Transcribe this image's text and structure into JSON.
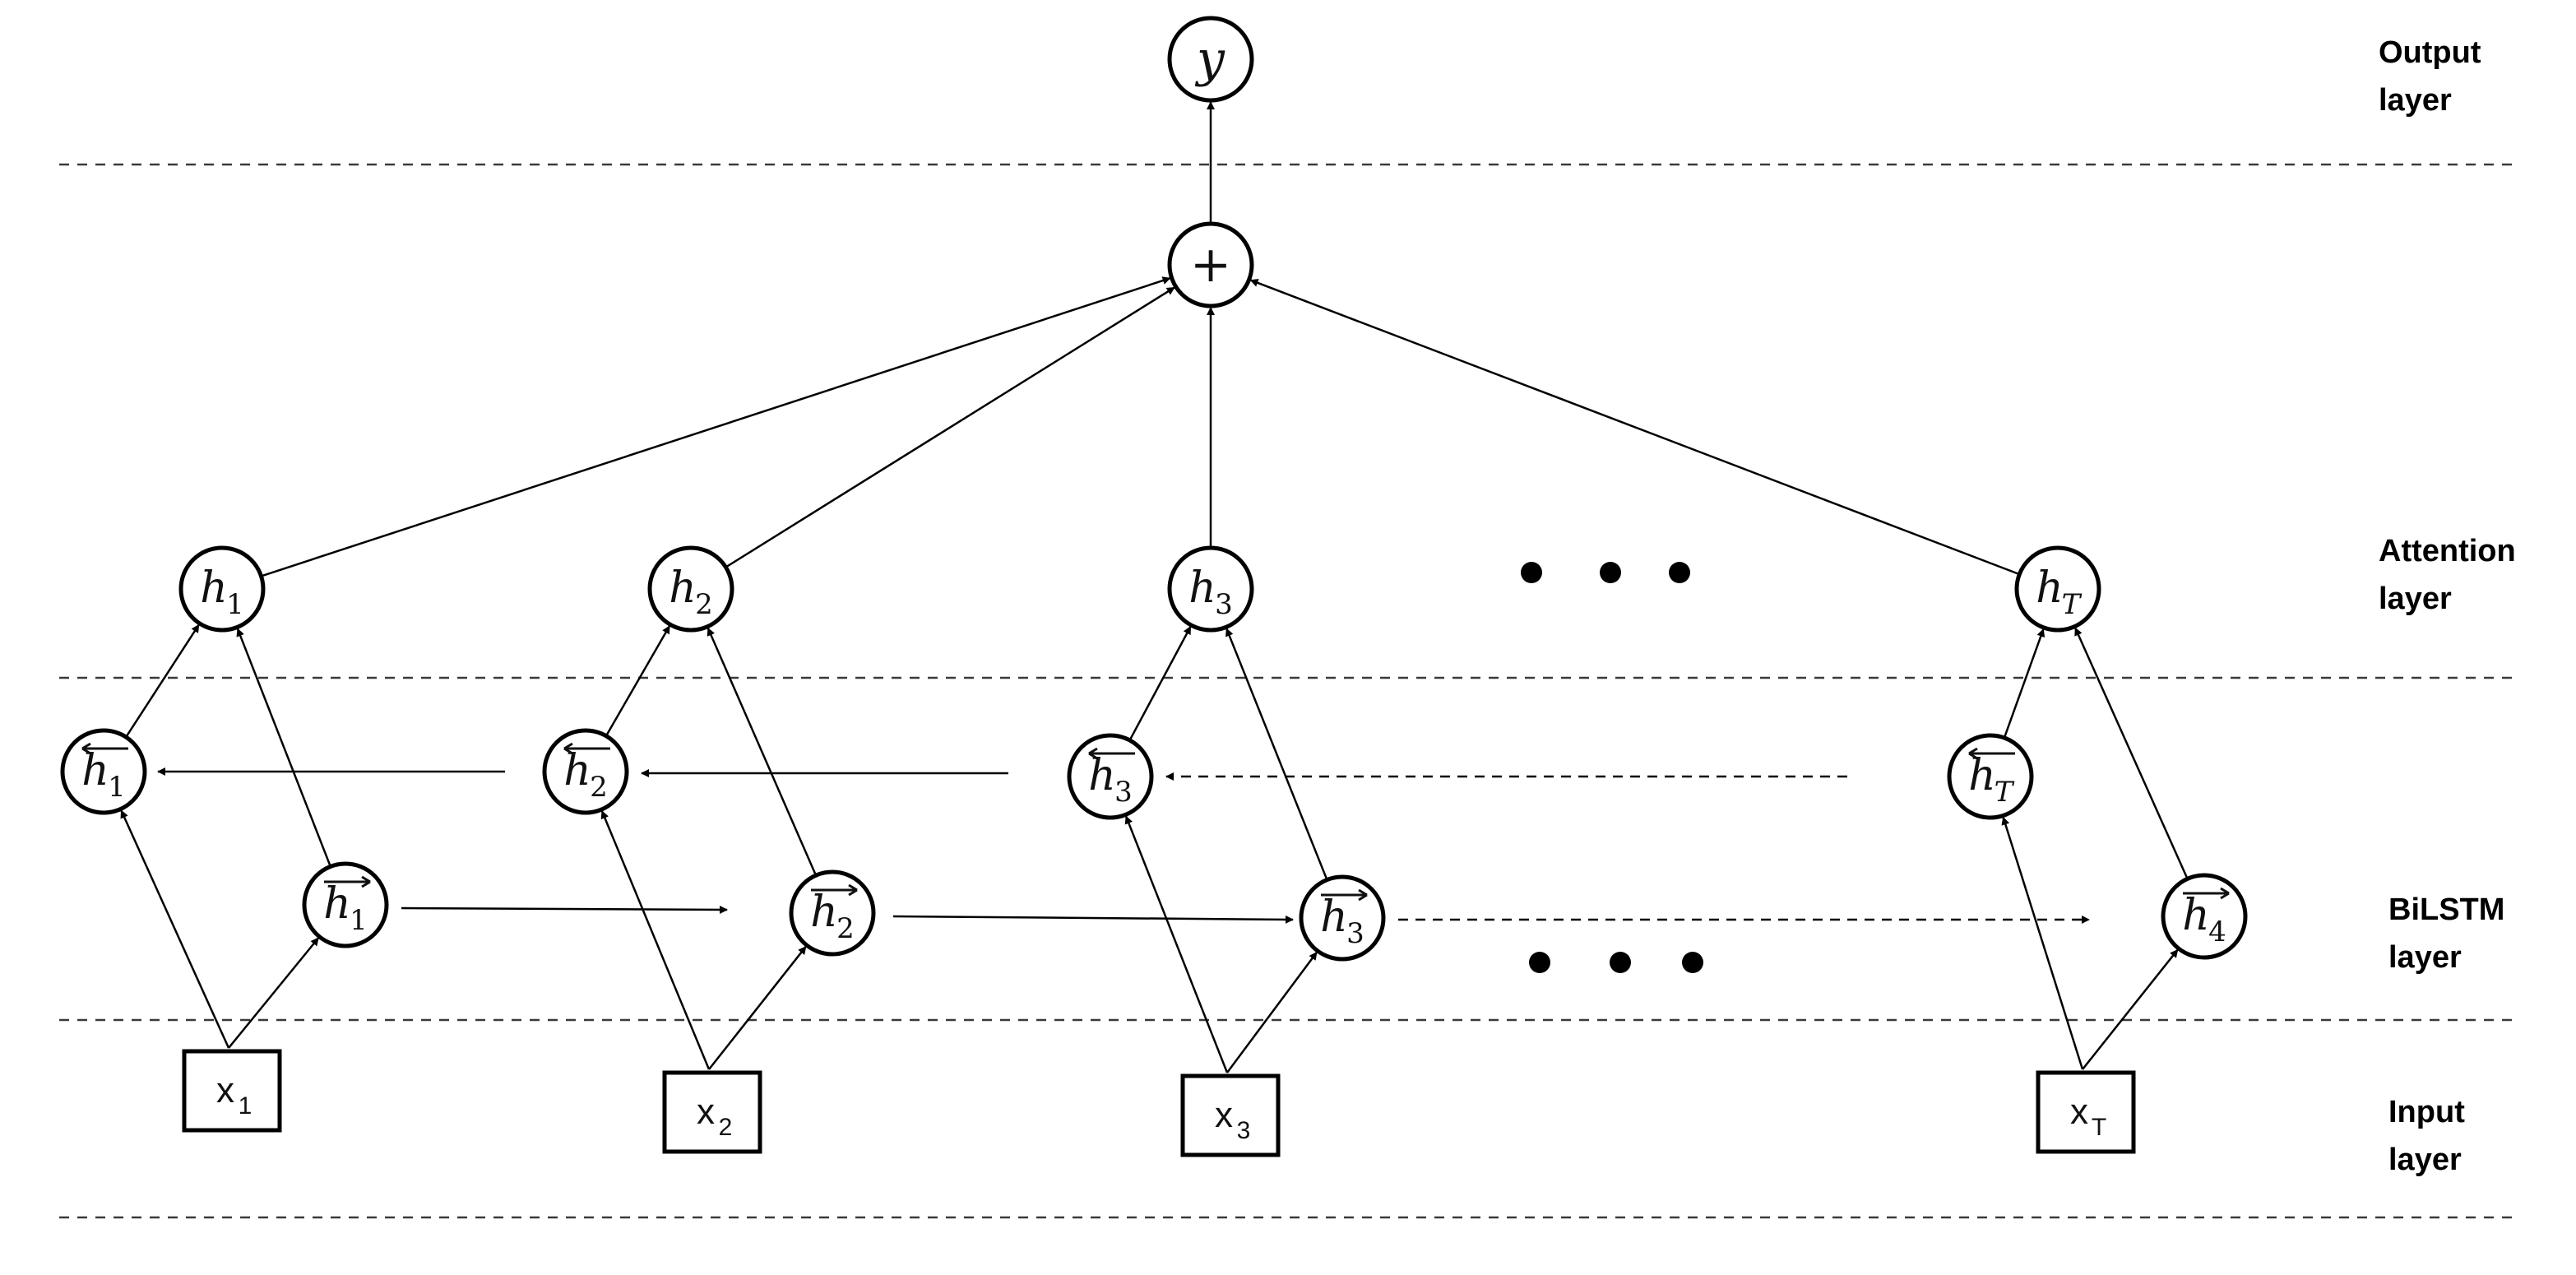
{
  "layers": [
    {
      "id": "output",
      "label": [
        "Output",
        "layer"
      ]
    },
    {
      "id": "attention",
      "label": [
        "Attention",
        "layer"
      ]
    },
    {
      "id": "bilstm",
      "label": [
        "BiLSTM",
        "layer"
      ]
    },
    {
      "id": "input",
      "label": [
        "Input",
        "layer"
      ]
    }
  ],
  "output_node": {
    "symbol": "y"
  },
  "sum_node": {
    "symbol": "+"
  },
  "attention_nodes": [
    {
      "base": "h",
      "sub": "1"
    },
    {
      "base": "h",
      "sub": "2"
    },
    {
      "base": "h",
      "sub": "3"
    },
    {
      "base": "h",
      "sub": "T"
    }
  ],
  "backward_nodes": [
    {
      "base": "h",
      "sub": "1",
      "arrow": "left"
    },
    {
      "base": "h",
      "sub": "2",
      "arrow": "left"
    },
    {
      "base": "h",
      "sub": "3",
      "arrow": "left"
    },
    {
      "base": "h",
      "sub": "T",
      "arrow": "left"
    }
  ],
  "forward_nodes": [
    {
      "base": "h",
      "sub": "1",
      "arrow": "right"
    },
    {
      "base": "h",
      "sub": "2",
      "arrow": "right"
    },
    {
      "base": "h",
      "sub": "3",
      "arrow": "right"
    },
    {
      "base": "h",
      "sub": "4",
      "arrow": "right"
    }
  ],
  "input_nodes": [
    {
      "base": "x",
      "sub": "1"
    },
    {
      "base": "x",
      "sub": "2"
    },
    {
      "base": "x",
      "sub": "3"
    },
    {
      "base": "x",
      "sub": "T"
    }
  ],
  "ellipsis_groups": 2
}
